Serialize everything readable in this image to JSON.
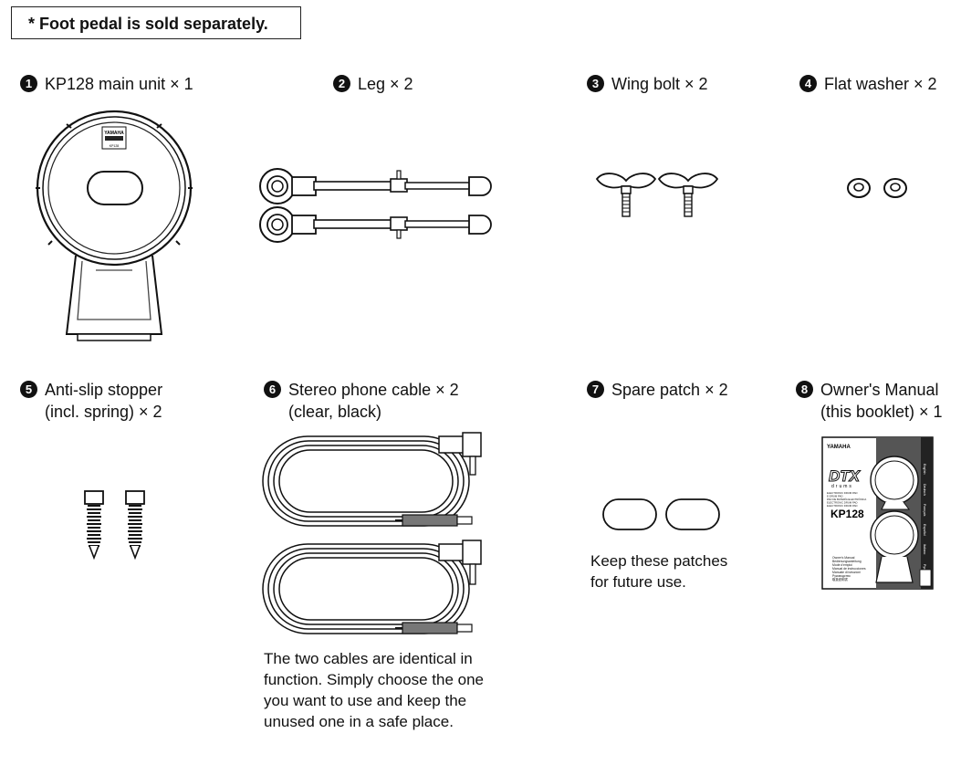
{
  "note": "* Foot pedal is sold separately.",
  "items": [
    {
      "num": "1",
      "name": "KP128 main unit × 1"
    },
    {
      "num": "2",
      "name": "Leg × 2"
    },
    {
      "num": "3",
      "name": "Wing bolt × 2"
    },
    {
      "num": "4",
      "name": "Flat washer × 2"
    },
    {
      "num": "5",
      "name": "Anti-slip stopper",
      "name2": "(incl. spring) × 2"
    },
    {
      "num": "6",
      "name": "Stereo phone cable × 2",
      "name2": "(clear, black)"
    },
    {
      "num": "7",
      "name": "Spare patch × 2"
    },
    {
      "num": "8",
      "name": "Owner's Manual",
      "name2": "(this booklet) × 1"
    }
  ],
  "captions": {
    "cable": "The two cables are identical in function. Simply choose the one you want to use and keep the unused one in a safe place.",
    "patch_line1": "Keep these patches",
    "patch_line2": "for future use."
  },
  "unit_label": {
    "brand": "YAMAHA",
    "model": "KP128"
  },
  "manual": {
    "brand": "YAMAHA",
    "logo": "DTX",
    "logo_sub": "drums",
    "model": "KP128",
    "cover_lines1": [
      "ELECTRONIC DRUM PAD",
      "E-DRUM PAD",
      "PAD DE BATERÍA ELECTRÓNICA",
      "ELECTRONIC DRUM PAD",
      "ELECTRONIC DRUM PAD"
    ],
    "cover_lines2": [
      "Owner's Manual",
      "Bedienungsanleitung",
      "Mode d'emploi",
      "Manual de instrucciones",
      "Manuale di istruzioni",
      "Руководство"
    ],
    "tabs": [
      "English",
      "Deutsch",
      "Français",
      "Español",
      "Italiano",
      "Русский"
    ],
    "ja_text": "取扱説明書"
  }
}
